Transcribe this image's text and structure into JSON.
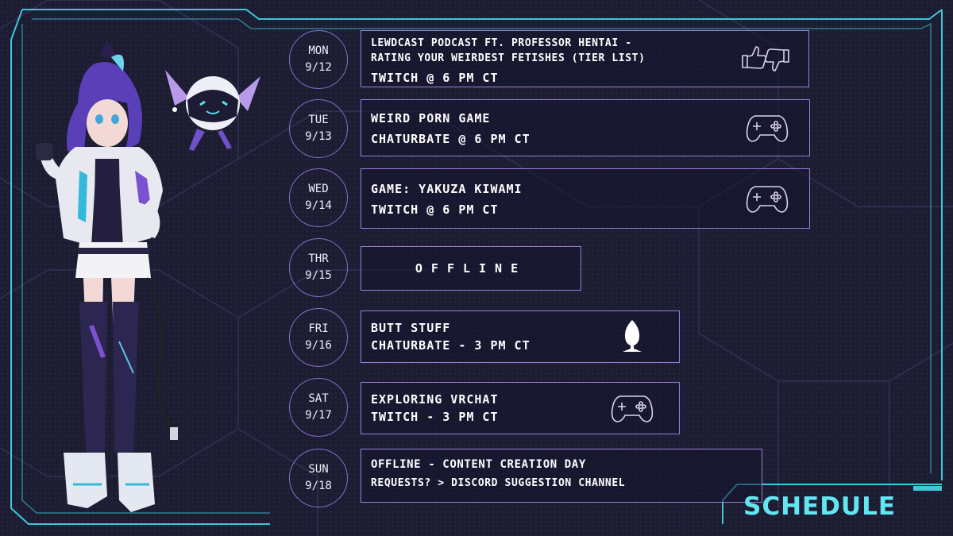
{
  "schedule": [
    {
      "day": "MON",
      "date": "9/12",
      "line1": "LEWDCAST PODCAST FT. PROFESSOR HENTAI -",
      "line1b": "RATING YOUR WEIRDEST FETISHES (TIER LIST)",
      "line2": "TWITCH @ 6 PM CT",
      "icon": "thumbs-up-down-icon"
    },
    {
      "day": "TUE",
      "date": "9/13",
      "line1": "WEIRD PORN GAME",
      "line2": "CHATURBATE @ 6 PM CT",
      "icon": "gamepad-icon"
    },
    {
      "day": "WED",
      "date": "9/14",
      "line1": "GAME: YAKUZA KIWAMI",
      "line2": "TWITCH @ 6 PM CT",
      "icon": "gamepad-icon"
    },
    {
      "day": "THR",
      "date": "9/15",
      "line1": "OFFLINE"
    },
    {
      "day": "FRI",
      "date": "9/16",
      "line1": "BUTT STUFF",
      "line2": "CHATURBATE - 3 PM CT",
      "icon": "plug-icon"
    },
    {
      "day": "SAT",
      "date": "9/17",
      "line1": "EXPLORING VRCHAT",
      "line2": "TWITCH - 3 PM CT",
      "icon": "gamepad-icon"
    },
    {
      "day": "SUN",
      "date": "9/18",
      "line1": "OFFLINE - CONTENT CREATION DAY",
      "line2": "REQUESTS? > DISCORD SUGGESTION CHANNEL"
    }
  ],
  "title": "SCHEDULE",
  "colors": {
    "background": "#1c1c33",
    "frame_cyan": "#3fc8d8",
    "box_border": "#9c7fd9",
    "title_cyan": "#62e6f0"
  }
}
